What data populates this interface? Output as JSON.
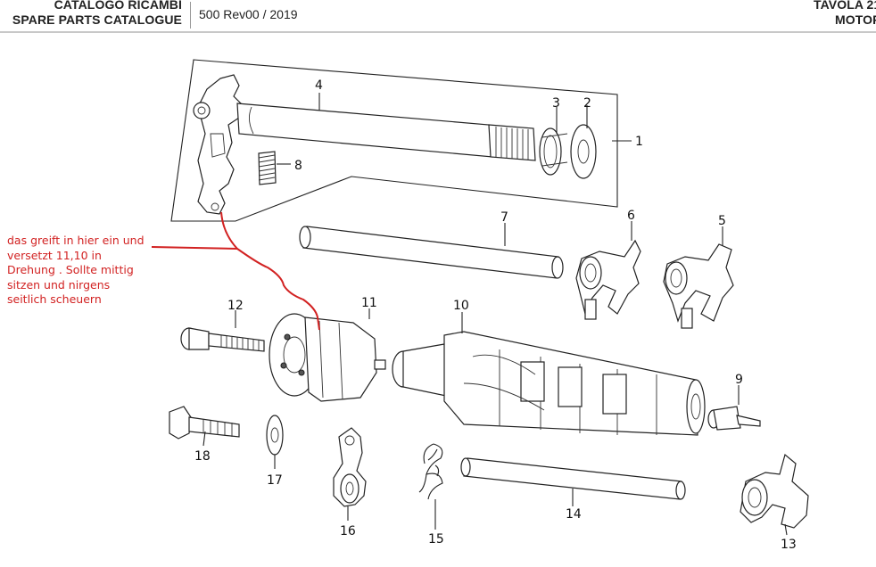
{
  "header": {
    "catalog_it": "CATALOGO RICAMBI",
    "catalog_en": "SPARE PARTS CATALOGUE",
    "revision": "500 Rev00 / 2019",
    "tavola": "TAVOLA 21",
    "group": "MOTOR"
  },
  "annotation": {
    "lines": [
      "das greift in hier ein und",
      "versetzt 11,10 in",
      "Drehung . Sollte mittig",
      "sitzen und nirgens",
      "seitlich scheuern"
    ],
    "color": "#d22222"
  },
  "callouts": {
    "c1": "1",
    "c2": "2",
    "c3": "3",
    "c4": "4",
    "c5": "5",
    "c6": "6",
    "c7": "7",
    "c8": "8",
    "c9": "9",
    "c10": "10",
    "c11": "11",
    "c12": "12",
    "c13": "13",
    "c14": "14",
    "c15": "15",
    "c16": "16",
    "c17": "17",
    "c18": "18"
  }
}
